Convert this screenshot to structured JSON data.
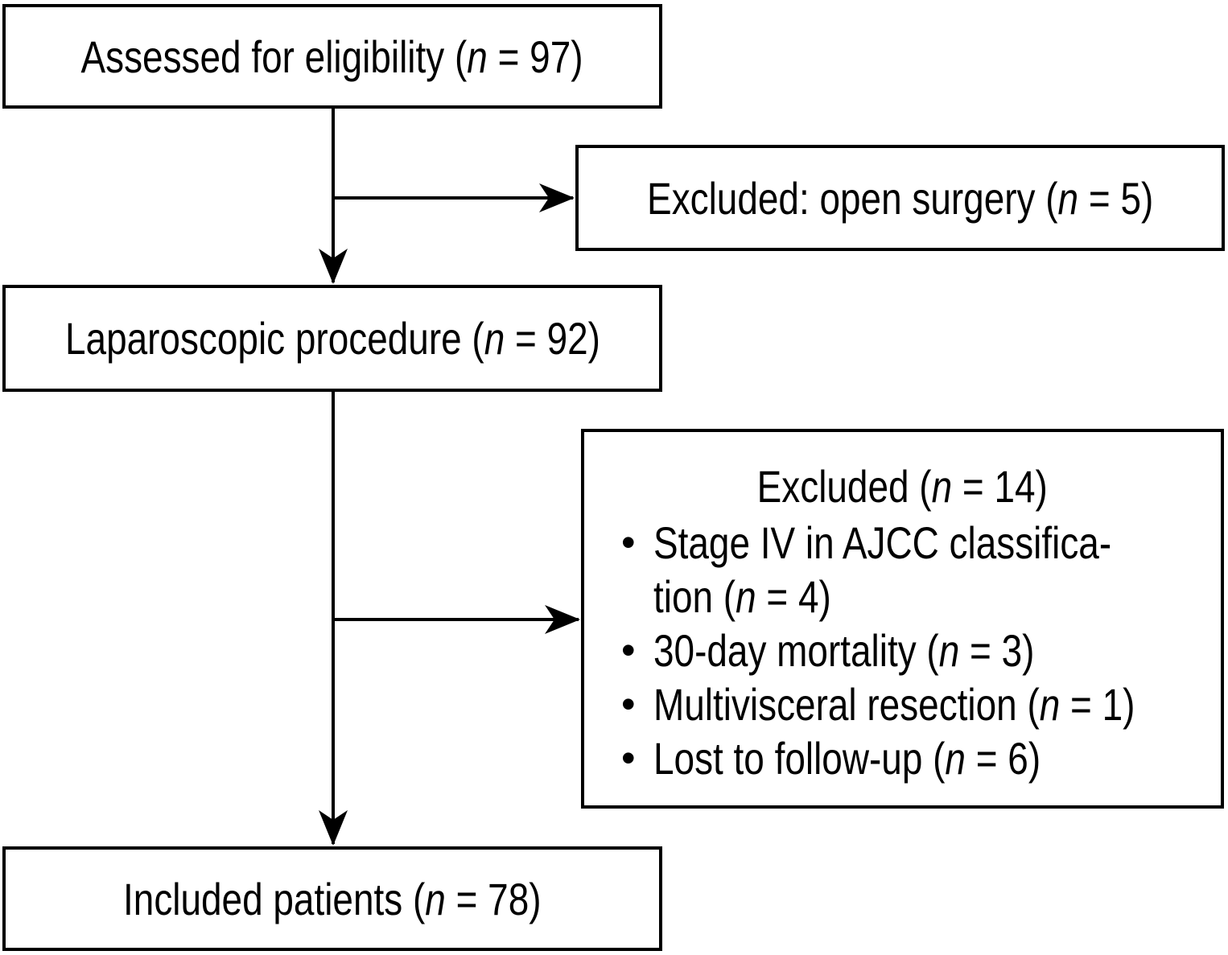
{
  "diagram": {
    "type": "consort-flowchart",
    "colors": {
      "ink": "#000000",
      "paper": "#ffffff"
    },
    "boxes": {
      "assessed": {
        "parts": [
          {
            "t": "Assessed for eligibility ("
          },
          {
            "t": "n",
            "i": true
          },
          {
            "t": " = 97)"
          }
        ]
      },
      "excluded_open": {
        "parts": [
          {
            "t": "Excluded: open surgery ("
          },
          {
            "t": "n",
            "i": true
          },
          {
            "t": " = 5)"
          }
        ]
      },
      "laparoscopic": {
        "parts": [
          {
            "t": "Laparoscopic procedure ("
          },
          {
            "t": "n",
            "i": true
          },
          {
            "t": " = 92)"
          }
        ]
      },
      "excluded_detail": {
        "title_parts": [
          {
            "t": "Excluded ("
          },
          {
            "t": "n",
            "i": true
          },
          {
            "t": " = 14)"
          }
        ],
        "bullet_glyph": "•",
        "items": [
          {
            "lines": [
              [
                {
                  "t": "Stage IV in AJCC classifica-"
                }
              ],
              [
                {
                  "t": "tion ("
                },
                {
                  "t": "n",
                  "i": true
                },
                {
                  "t": " = 4)"
                }
              ]
            ]
          },
          {
            "lines": [
              [
                {
                  "t": "30-day mortality ("
                },
                {
                  "t": "n",
                  "i": true
                },
                {
                  "t": " = 3)"
                }
              ]
            ]
          },
          {
            "lines": [
              [
                {
                  "t": "Multivisceral resection ("
                },
                {
                  "t": "n",
                  "i": true
                },
                {
                  "t": " = 1)"
                }
              ]
            ]
          },
          {
            "lines": [
              [
                {
                  "t": "Lost to follow-up ("
                },
                {
                  "t": "n",
                  "i": true
                },
                {
                  "t": " = 6)"
                }
              ]
            ]
          }
        ]
      },
      "included": {
        "parts": [
          {
            "t": "Included patients ("
          },
          {
            "t": "n",
            "i": true
          },
          {
            "t": " = 78)"
          }
        ]
      }
    }
  }
}
